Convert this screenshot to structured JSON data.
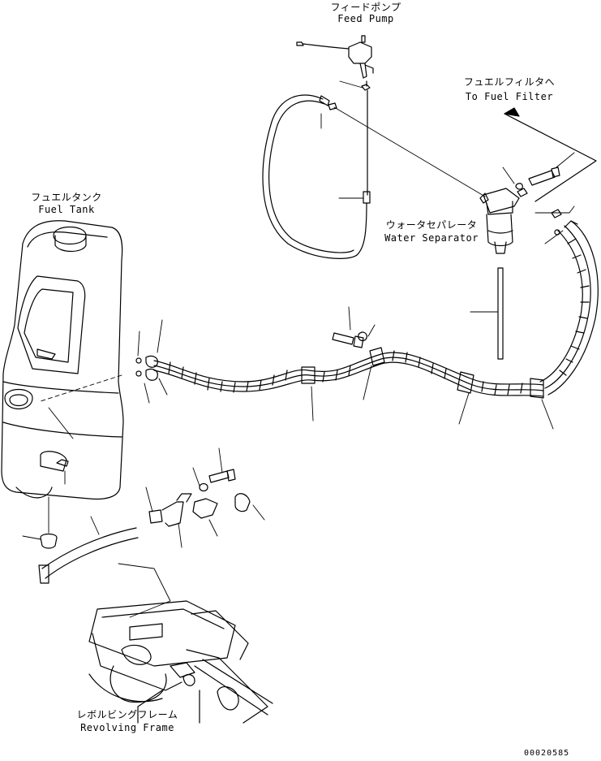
{
  "labels": {
    "feed_pump_jp": "フィードポンプ",
    "feed_pump_en": "Feed Pump",
    "to_fuel_filter_jp": "フュエルフィルタへ",
    "to_fuel_filter_en": "To Fuel Filter",
    "fuel_tank_jp": "フュエルタンク",
    "fuel_tank_en": "Fuel Tank",
    "water_separator_jp": "ウォータセパレータ",
    "water_separator_en": "Water Separator",
    "revolving_frame_jp": "レボルビングフレーム",
    "revolving_frame_en": "Revolving Frame",
    "drawing_number": "00020585"
  },
  "colors": {
    "line": "#000000",
    "background": "#ffffff"
  }
}
